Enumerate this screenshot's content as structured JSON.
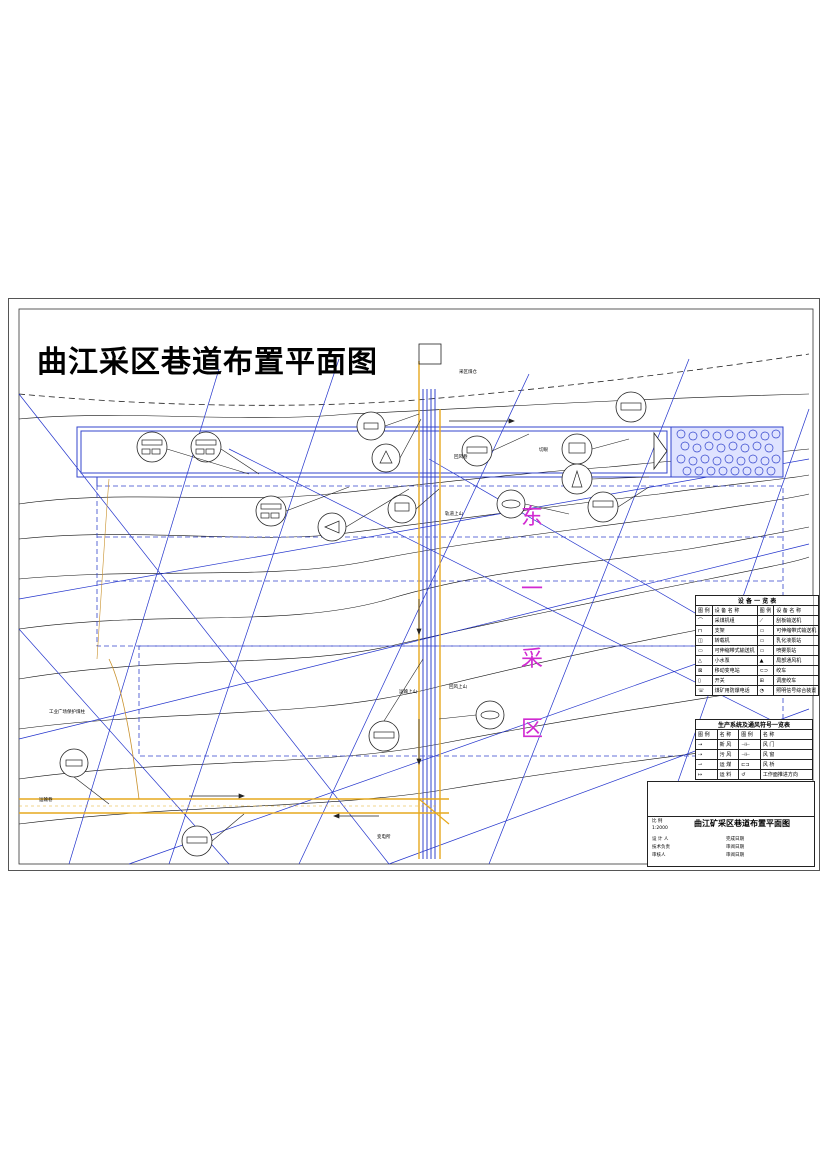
{
  "title": "曲江采区巷道布置平面图",
  "zone_label": [
    "东",
    "一",
    "采",
    "区"
  ],
  "colors": {
    "contour": "#000000",
    "grid": "#2233cc",
    "roadway_yellow": "#f0c020",
    "roadway_blue": "#3344cc",
    "zone_text": "#d12ad1",
    "goaf": "#5566dd"
  },
  "equipment_legend": {
    "title": "设 备 一 览 表",
    "headers": [
      "图 例",
      "设 备 名 称",
      "图 例",
      "设 备 名 称"
    ],
    "rows": [
      [
        "",
        "采煤机组",
        "",
        "刮板输送机"
      ],
      [
        "",
        "支架",
        "",
        "可伸缩带式输送机"
      ],
      [
        "",
        "转载机",
        "",
        "乳化液泵站"
      ],
      [
        "",
        "可伸缩带式输送机",
        "",
        "喷雾泵站"
      ],
      [
        "",
        "小水泵",
        "",
        "局部通风机"
      ],
      [
        "",
        "移动变电站",
        "",
        "绞车"
      ],
      [
        "",
        "开关",
        "",
        "调度绞车"
      ],
      [
        "",
        "煤矿用防爆电话",
        "",
        "照明信号综合装置"
      ]
    ]
  },
  "ventilation_legend": {
    "title": "生产系统及通风符号一览表",
    "headers": [
      "图 例",
      "名 称",
      "图 例",
      "名 称"
    ],
    "rows": [
      [
        "",
        "新 风",
        "",
        "风 门"
      ],
      [
        "",
        "污 风",
        "",
        "风 窗"
      ],
      [
        "",
        "运 煤",
        "",
        "风 桥"
      ],
      [
        "",
        "运 料",
        "",
        "工作面推进方向"
      ]
    ]
  },
  "title_block": {
    "name": "曲江矿采区巷道布置平面图",
    "scale_label": "比 例",
    "scale": "1:2000",
    "rows": [
      "设 计 人",
      "技术负责",
      "审核人"
    ],
    "rows_right": [
      "完成日期",
      "审阅日期",
      "审阅日期"
    ]
  },
  "labels": [
    "回风上山",
    "运输上山",
    "轨道上山",
    "工业广场保护煤柱",
    "切眼",
    "运输巷",
    "回风巷",
    "采区煤仓",
    "变电所"
  ]
}
